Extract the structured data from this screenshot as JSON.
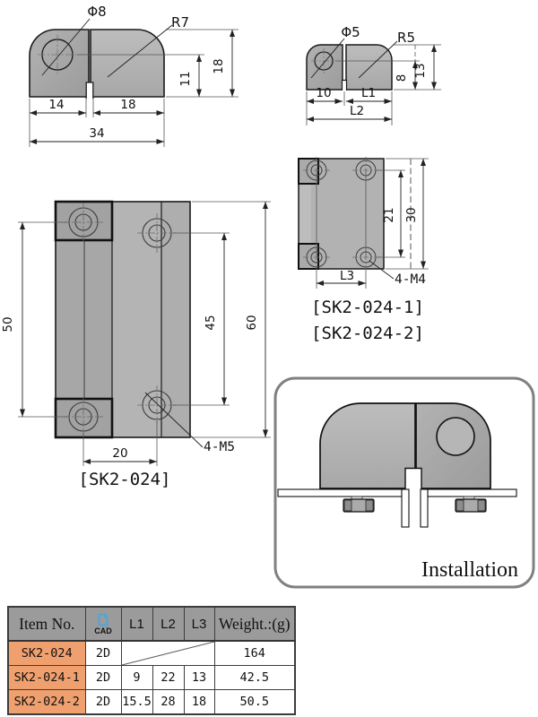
{
  "drawing": {
    "view_side_large": {
      "dia_label": "Φ8",
      "radius_label": "R7",
      "height_total": "18",
      "height_center": "11",
      "width_left": "14",
      "width_right": "18",
      "width_total": "34"
    },
    "view_side_small": {
      "dia_label": "Φ5",
      "radius_label": "R5",
      "height_total": "13",
      "height_center": "8",
      "width_left": "10",
      "width_right": "L1",
      "width_total": "L2"
    },
    "view_front_large": {
      "span_left_holes": "50",
      "span_right_holes": "45",
      "height_total": "60",
      "span_bottom": "20",
      "thread_label": "4-M5",
      "part_label": "[SK2-024]"
    },
    "view_front_small": {
      "span_right_holes": "21",
      "height_total": "30",
      "span_bottom": "L3",
      "thread_label": "4-M4",
      "part_label_1": "[SK2-024-1]",
      "part_label_2": "[SK2-024-2]"
    },
    "installation": {
      "caption": "Installation"
    }
  },
  "table": {
    "headers": {
      "item": "Item No.",
      "cad": "CAD",
      "l1": "L1",
      "l2": "L2",
      "l3": "L3",
      "weight": "Weight.:(g)"
    },
    "rows": [
      {
        "item": "SK2-024",
        "cad": "2D",
        "l1": "",
        "l2": "",
        "l3": "",
        "weight": "164"
      },
      {
        "item": "SK2-024-1",
        "cad": "2D",
        "l1": "9",
        "l2": "22",
        "l3": "13",
        "weight": "42.5"
      },
      {
        "item": "SK2-024-2",
        "cad": "2D",
        "l1": "15.5",
        "l2": "28",
        "l3": "18",
        "weight": "50.5"
      }
    ]
  },
  "colors": {
    "metal_dark": "#a4a4a4",
    "metal_light": "#b3b3b3",
    "table_header_bg": "#9b9b9b",
    "table_item_bg": "#f0a06e",
    "cad_icon_blue": "#4da6d9",
    "panel_border": "#808080"
  }
}
